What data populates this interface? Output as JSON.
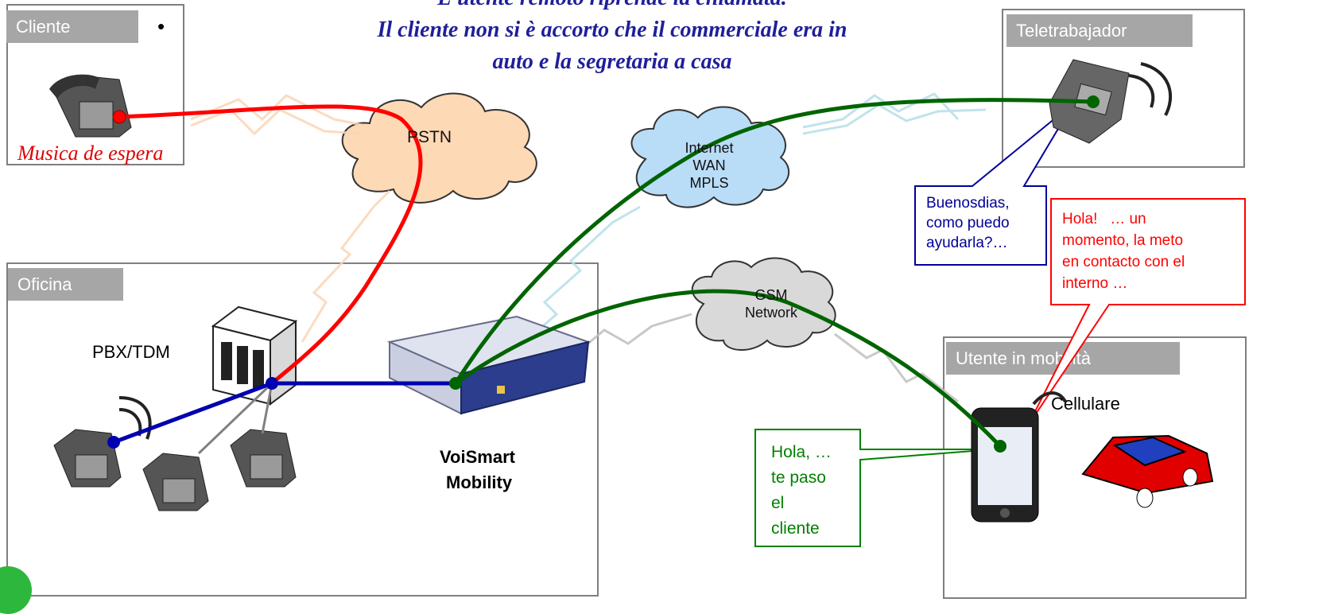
{
  "title": {
    "line1": "L'utente remoto riprende la chiamata.",
    "line2": "Il cliente non si è accorto che il commerciale era in",
    "line3": "auto e la segretaria a casa"
  },
  "boxes": {
    "cliente": {
      "tab": "Cliente",
      "bullet": "•",
      "caption": "Musica de espera"
    },
    "teletrabajador": {
      "tab": "Teletrabajador"
    },
    "oficina": {
      "tab": "Oficina",
      "pbx_label": "PBX/TDM",
      "device_label_1": "VoiSmart",
      "device_label_2": "Mobility"
    },
    "mobile": {
      "tab": "Utente in mobilità",
      "phone_label": "Cellulare"
    }
  },
  "clouds": {
    "pstn": "PSTN",
    "internet": [
      "Internet",
      "WAN",
      "MPLS"
    ],
    "gsm": [
      "GSM",
      "Network"
    ]
  },
  "callouts": {
    "teleworker": [
      "Buenosdias,",
      "como puedo",
      "ayudarla?…"
    ],
    "secretary": [
      "Hola!   … un",
      "momento, la meto",
      "en contacto con el",
      "interno …"
    ],
    "colleague": [
      "Hola, …",
      "te paso",
      "el",
      "cliente"
    ]
  },
  "colors": {
    "title": "#1f1f9a",
    "pstn_call": "#ff0000",
    "lan_call": "#0000b0",
    "ip_call": "#006400",
    "teleworker_callout": "#000099",
    "secretary_callout": "#ff0000",
    "colleague_callout": "#008000",
    "box_tab": "#a6a6a6"
  }
}
